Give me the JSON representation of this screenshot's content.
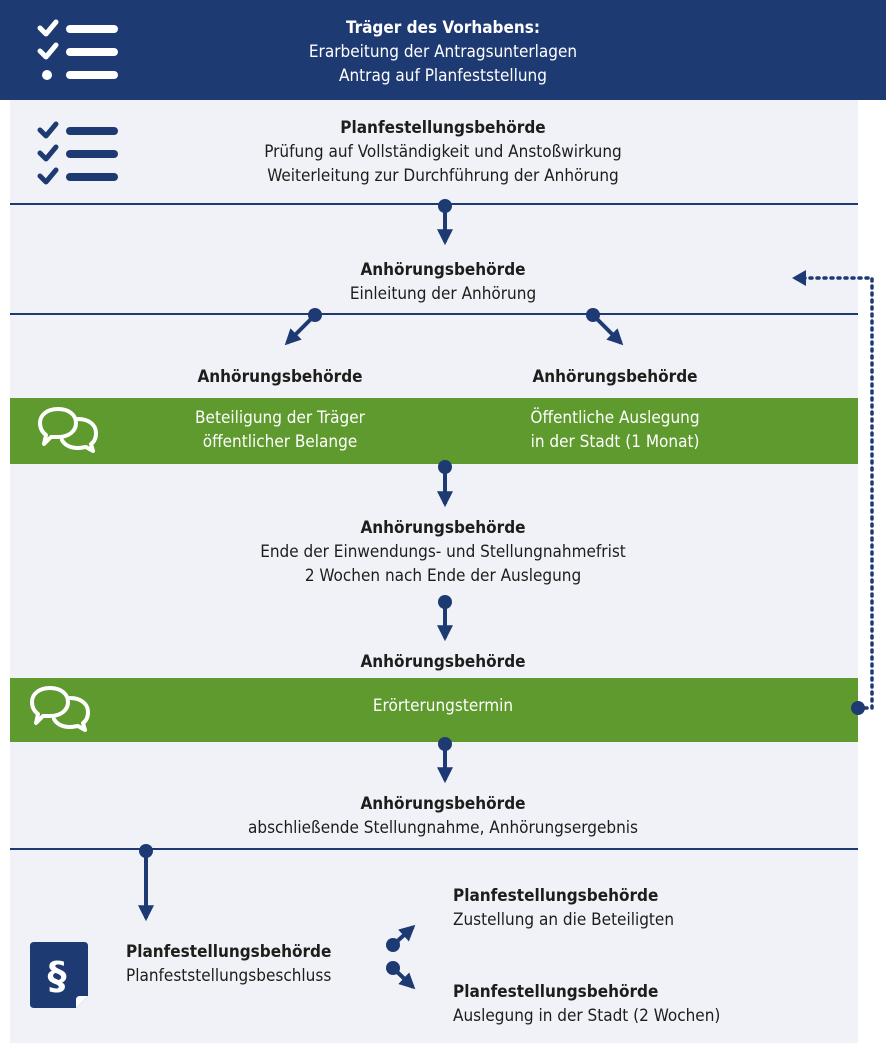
{
  "colors": {
    "navy": "#1e3a72",
    "green": "#5e9a2e",
    "light_bg": "#f1f2f8",
    "text": "#1d1d1b",
    "white": "#ffffff"
  },
  "icons": {
    "top": "checklist-icon",
    "second": "checklist-all-checked-icon",
    "speech": "speech-bubbles-icon",
    "paragraph": "paragraph-document-icon"
  },
  "step1": {
    "title": "Träger des Vorhabens:",
    "line1": "Erarbeitung  der Antragsunterlagen",
    "line2": "Antrag auf Planfeststellung"
  },
  "step2": {
    "title": "Planfestellungsbehörde",
    "line1": "Prüfung auf Vollständigkeit und Anstoßwirkung",
    "line2": "Weiterleitung zur Durchführung der Anhörung"
  },
  "step3": {
    "title": "Anhörungsbehörde",
    "line1": "Einleitung der Anhörung"
  },
  "step4_left": {
    "title": "Anhörungsbehörde",
    "line1": "Beteiligung der Träger",
    "line2": "öffentlicher Belange"
  },
  "step4_right": {
    "title": "Anhörungsbehörde",
    "line1": "Öffentliche Auslegung",
    "line2": "in der Stadt (1 Monat)"
  },
  "step5": {
    "title": "Anhörungsbehörde",
    "line1": "Ende der Einwendungs- und Stellungnahmefrist",
    "line2": "2 Wochen nach Ende der Auslegung"
  },
  "step6": {
    "title": "Anhörungsbehörde",
    "line1": "Erörterungstermin"
  },
  "step7": {
    "title": "Anhörungsbehörde",
    "line1": "abschließende Stellungnahme, Anhörungsergebnis"
  },
  "step8": {
    "title": "Planfestellungsbehörde",
    "line1": "Planfeststellungsbeschluss"
  },
  "step9a": {
    "title": "Planfestellungsbehörde",
    "line1": "Zustellung an die Beteiligten"
  },
  "step9b": {
    "title": "Planfestellungsbehörde",
    "line1": "Auslegung in der Stadt (2 Wochen)"
  }
}
